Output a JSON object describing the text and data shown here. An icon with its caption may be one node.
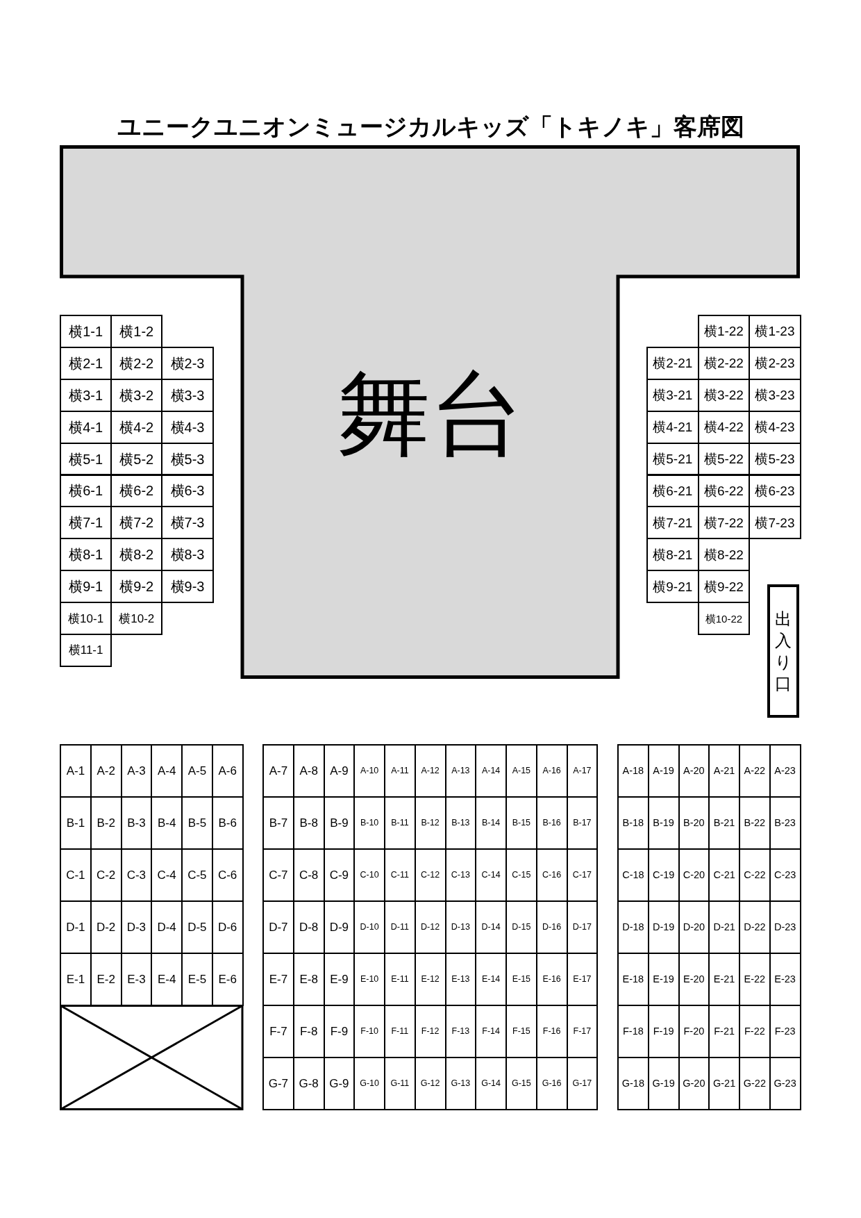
{
  "diagram": {
    "title": "ユニークユニオンミュージカルキッズ「トキノキ」客席図",
    "nodes": [
      {
        "text": [
          "舞台"
        ]
      },
      {
        "text": [
          "横1-1"
        ]
      },
      {
        "text": [
          "横1-2"
        ]
      },
      {
        "text": [
          "横1-22"
        ]
      },
      {
        "text": [
          "横1-23"
        ]
      },
      {
        "text": [
          "横2-1"
        ]
      },
      {
        "text": [
          "横2-2"
        ]
      },
      {
        "text": [
          "横2-3"
        ]
      },
      {
        "text": [
          "横2-21"
        ]
      },
      {
        "text": [
          "横2-22"
        ]
      },
      {
        "text": [
          "横2-23"
        ]
      },
      {
        "text": [
          "横3-1"
        ]
      },
      {
        "text": [
          "横3-2"
        ]
      },
      {
        "text": [
          "横3-3"
        ]
      },
      {
        "text": [
          "横3-21"
        ]
      },
      {
        "text": [
          "横3-22"
        ]
      },
      {
        "text": [
          "横3-23"
        ]
      },
      {
        "text": [
          "横4-1"
        ]
      },
      {
        "text": [
          "横4-2"
        ]
      },
      {
        "text": [
          "横4-3"
        ]
      },
      {
        "text": [
          "横4-21"
        ]
      },
      {
        "text": [
          "横4-22"
        ]
      },
      {
        "text": [
          "横4-23"
        ]
      },
      {
        "text": [
          "横5-1"
        ]
      },
      {
        "text": [
          "横5-2"
        ]
      },
      {
        "text": [
          "横5-3"
        ]
      },
      {
        "text": [
          "横5-21"
        ]
      },
      {
        "text": [
          "横5-22"
        ]
      },
      {
        "text": [
          "横5-23"
        ]
      },
      {
        "text": [
          "横6-1"
        ]
      },
      {
        "text": [
          "横6-2"
        ]
      },
      {
        "text": [
          "横6-3"
        ]
      },
      {
        "text": [
          "横6-21"
        ]
      },
      {
        "text": [
          "横6-22"
        ]
      },
      {
        "text": [
          "横6-23"
        ]
      },
      {
        "text": [
          "横7-1"
        ]
      },
      {
        "text": [
          "横7-2"
        ]
      },
      {
        "text": [
          "横7-3"
        ]
      },
      {
        "text": [
          "横7-21"
        ]
      },
      {
        "text": [
          "横7-22"
        ]
      },
      {
        "text": [
          "横7-23"
        ]
      },
      {
        "text": [
          "横8-1"
        ]
      },
      {
        "text": [
          "横8-2"
        ]
      },
      {
        "text": [
          "横8-3"
        ]
      },
      {
        "text": [
          "横8-21"
        ]
      },
      {
        "text": [
          "横8-22"
        ]
      },
      {
        "text": [
          "横9-1"
        ]
      },
      {
        "text": [
          "横9-2"
        ]
      },
      {
        "text": [
          "横9-3"
        ]
      },
      {
        "text": [
          "横9-21"
        ]
      },
      {
        "text": [
          "横9-22"
        ]
      },
      {
        "text": [
          "出入り口"
        ]
      },
      {
        "text": [
          "横10-1"
        ]
      },
      {
        "text": [
          "横10-2"
        ]
      },
      {
        "text": [
          "横10-22"
        ]
      },
      {
        "text": [
          "横11-1"
        ]
      },
      {
        "text": [
          "A-1"
        ]
      },
      {
        "text": [
          "A-2"
        ]
      },
      {
        "text": [
          "A-3"
        ]
      },
      {
        "text": [
          "A-4"
        ]
      },
      {
        "text": [
          "A-5"
        ]
      },
      {
        "text": [
          "A-6"
        ]
      },
      {
        "text": [
          "A-7"
        ]
      },
      {
        "text": [
          "A-8"
        ]
      },
      {
        "text": [
          "A-9"
        ]
      },
      {
        "text": [
          "A-10"
        ]
      },
      {
        "text": [
          "A-11"
        ]
      },
      {
        "text": [
          "A-12"
        ]
      },
      {
        "text": [
          "A-13"
        ]
      },
      {
        "text": [
          "A-14"
        ]
      },
      {
        "text": [
          "A-15"
        ]
      },
      {
        "text": [
          "A-16"
        ]
      },
      {
        "text": [
          "A-17"
        ]
      },
      {
        "text": [
          "A-18"
        ]
      },
      {
        "text": [
          "A-19"
        ]
      },
      {
        "text": [
          "A-20"
        ]
      },
      {
        "text": [
          "A-21"
        ]
      },
      {
        "text": [
          "A-22"
        ]
      },
      {
        "text": [
          "A-23"
        ]
      },
      {
        "text": [
          "B-1"
        ]
      },
      {
        "text": [
          "B-2"
        ]
      },
      {
        "text": [
          "B-3"
        ]
      },
      {
        "text": [
          "B-4"
        ]
      },
      {
        "text": [
          "B-5"
        ]
      },
      {
        "text": [
          "B-6"
        ]
      },
      {
        "text": [
          "B-7"
        ]
      },
      {
        "text": [
          "B-8"
        ]
      },
      {
        "text": [
          "B-9"
        ]
      },
      {
        "text": [
          "B-10"
        ]
      },
      {
        "text": [
          "B-11"
        ]
      },
      {
        "text": [
          "B-12"
        ]
      },
      {
        "text": [
          "B-13"
        ]
      },
      {
        "text": [
          "B-14"
        ]
      },
      {
        "text": [
          "B-15"
        ]
      },
      {
        "text": [
          "B-16"
        ]
      },
      {
        "text": [
          "B-17"
        ]
      },
      {
        "text": [
          "B-18"
        ]
      },
      {
        "text": [
          "B-19"
        ]
      },
      {
        "text": [
          "B-20"
        ]
      },
      {
        "text": [
          "B-21"
        ]
      },
      {
        "text": [
          "B-22"
        ]
      },
      {
        "text": [
          "B-23"
        ]
      },
      {
        "text": [
          "C-1"
        ]
      },
      {
        "text": [
          "C-2"
        ]
      },
      {
        "text": [
          "C-3"
        ]
      },
      {
        "text": [
          "C-4"
        ]
      },
      {
        "text": [
          "C-5"
        ]
      },
      {
        "text": [
          "C-6"
        ]
      },
      {
        "text": [
          "C-7"
        ]
      },
      {
        "text": [
          "C-8"
        ]
      },
      {
        "text": [
          "C-9"
        ]
      },
      {
        "text": [
          "C-10"
        ]
      },
      {
        "text": [
          "C-11"
        ]
      },
      {
        "text": [
          "C-12"
        ]
      },
      {
        "text": [
          "C-13"
        ]
      },
      {
        "text": [
          "C-14"
        ]
      },
      {
        "text": [
          "C-15"
        ]
      },
      {
        "text": [
          "C-16"
        ]
      },
      {
        "text": [
          "C-17"
        ]
      },
      {
        "text": [
          "C-18"
        ]
      },
      {
        "text": [
          "C-19"
        ]
      },
      {
        "text": [
          "C-20"
        ]
      },
      {
        "text": [
          "C-21"
        ]
      },
      {
        "text": [
          "C-22"
        ]
      },
      {
        "text": [
          "C-23"
        ]
      },
      {
        "text": [
          "D-1"
        ]
      },
      {
        "text": [
          "D-2"
        ]
      },
      {
        "text": [
          "D-3"
        ]
      },
      {
        "text": [
          "D-4"
        ]
      },
      {
        "text": [
          "D-5"
        ]
      },
      {
        "text": [
          "D-6"
        ]
      },
      {
        "text": [
          "D-7"
        ]
      },
      {
        "text": [
          "D-8"
        ]
      },
      {
        "text": [
          "D-9"
        ]
      },
      {
        "text": [
          "D-10"
        ]
      },
      {
        "text": [
          "D-11"
        ]
      },
      {
        "text": [
          "D-12"
        ]
      },
      {
        "text": [
          "D-13"
        ]
      },
      {
        "text": [
          "D-14"
        ]
      },
      {
        "text": [
          "D-15"
        ]
      },
      {
        "text": [
          "D-16"
        ]
      },
      {
        "text": [
          "D-17"
        ]
      },
      {
        "text": [
          "D-18"
        ]
      },
      {
        "text": [
          "D-19"
        ]
      },
      {
        "text": [
          "D-20"
        ]
      },
      {
        "text": [
          "D-21"
        ]
      },
      {
        "text": [
          "D-22"
        ]
      },
      {
        "text": [
          "D-23"
        ]
      },
      {
        "text": [
          "E-1"
        ]
      },
      {
        "text": [
          "E-2"
        ]
      },
      {
        "text": [
          "E-3"
        ]
      },
      {
        "text": [
          "E-4"
        ]
      },
      {
        "text": [
          "E-5"
        ]
      },
      {
        "text": [
          "E-6"
        ]
      },
      {
        "text": [
          "E-7"
        ]
      },
      {
        "text": [
          "E-8"
        ]
      },
      {
        "text": [
          "E-9"
        ]
      },
      {
        "text": [
          "E-10"
        ]
      },
      {
        "text": [
          "E-11"
        ]
      },
      {
        "text": [
          "E-12"
        ]
      },
      {
        "text": [
          "E-13"
        ]
      },
      {
        "text": [
          "E-14"
        ]
      },
      {
        "text": [
          "E-15"
        ]
      },
      {
        "text": [
          "E-16"
        ]
      },
      {
        "text": [
          "E-17"
        ]
      },
      {
        "text": [
          "E-18"
        ]
      },
      {
        "text": [
          "E-19"
        ]
      },
      {
        "text": [
          "E-20"
        ]
      },
      {
        "text": [
          "E-21"
        ]
      },
      {
        "text": [
          "E-22"
        ]
      },
      {
        "text": [
          "E-23"
        ]
      },
      {
        "text": [],
        "shape": "box"
      },
      {
        "text": [
          "F-7"
        ]
      },
      {
        "text": [
          "F-8"
        ]
      },
      {
        "text": [
          "F-9"
        ]
      },
      {
        "text": [
          "F-10"
        ]
      },
      {
        "text": [
          "F-11"
        ]
      },
      {
        "text": [
          "F-12"
        ]
      },
      {
        "text": [
          "F-13"
        ]
      },
      {
        "text": [
          "F-14"
        ]
      },
      {
        "text": [
          "F-15"
        ]
      },
      {
        "text": [
          "F-16"
        ]
      },
      {
        "text": [
          "F-17"
        ]
      },
      {
        "text": [
          "F-18"
        ]
      },
      {
        "text": [
          "F-19"
        ]
      },
      {
        "text": [
          "F-20"
        ]
      },
      {
        "text": [
          "F-21"
        ]
      },
      {
        "text": [
          "F-22"
        ]
      },
      {
        "text": [
          "F-23"
        ]
      },
      {
        "text": [
          "G-7"
        ]
      },
      {
        "text": [
          "G-8"
        ]
      },
      {
        "text": [
          "G-9"
        ]
      },
      {
        "text": [
          "G-10"
        ]
      },
      {
        "text": [
          "G-11"
        ]
      },
      {
        "text": [
          "G-12"
        ]
      },
      {
        "text": [
          "G-13"
        ]
      },
      {
        "text": [
          "G-14"
        ]
      },
      {
        "text": [
          "G-15"
        ]
      },
      {
        "text": [
          "G-16"
        ]
      },
      {
        "text": [
          "G-17"
        ]
      },
      {
        "text": [
          "G-18"
        ]
      },
      {
        "text": [
          "G-19"
        ]
      },
      {
        "text": [
          "G-20"
        ]
      },
      {
        "text": [
          "G-21"
        ]
      },
      {
        "text": [
          "G-22"
        ]
      },
      {
        "text": [
          "G-23"
        ]
      }
    ]
  }
}
